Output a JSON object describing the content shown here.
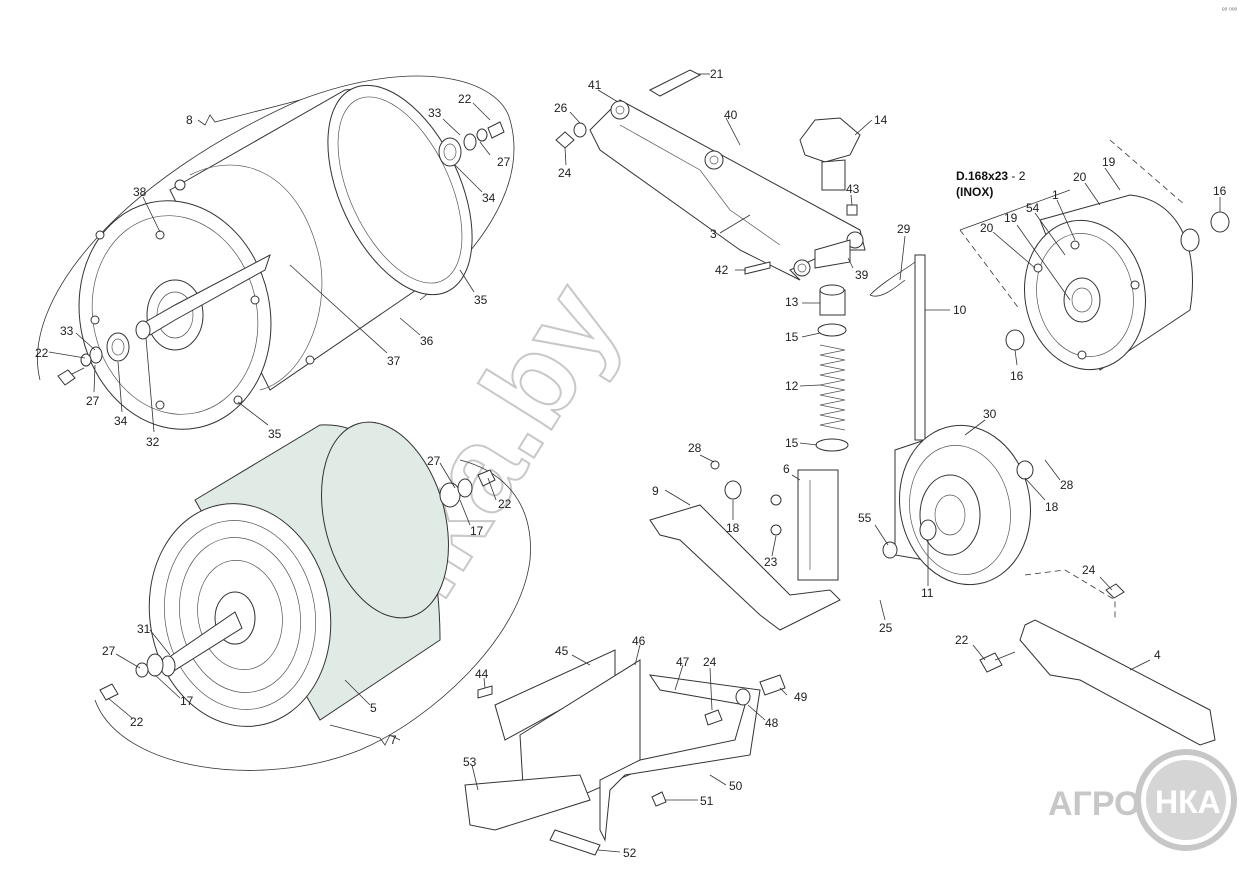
{
  "callouts": [
    {
      "id": "c8",
      "text": "8"
    },
    {
      "id": "c38",
      "text": "38"
    },
    {
      "id": "c33a",
      "text": "33"
    },
    {
      "id": "c22a",
      "text": "22"
    },
    {
      "id": "c27a",
      "text": "27"
    },
    {
      "id": "c34a",
      "text": "34"
    },
    {
      "id": "c32",
      "text": "32"
    },
    {
      "id": "c35a",
      "text": "35"
    },
    {
      "id": "c37",
      "text": "37"
    },
    {
      "id": "c36",
      "text": "36"
    },
    {
      "id": "c35b",
      "text": "35"
    },
    {
      "id": "c34b",
      "text": "34"
    },
    {
      "id": "c27b",
      "text": "27"
    },
    {
      "id": "c22b",
      "text": "22"
    },
    {
      "id": "c33b",
      "text": "33"
    },
    {
      "id": "c27c",
      "text": "27"
    },
    {
      "id": "c17a",
      "text": "17"
    },
    {
      "id": "c22c",
      "text": "22"
    },
    {
      "id": "c31",
      "text": "31"
    },
    {
      "id": "c27d",
      "text": "27"
    },
    {
      "id": "c17b",
      "text": "17"
    },
    {
      "id": "c22d",
      "text": "22"
    },
    {
      "id": "c5",
      "text": "5"
    },
    {
      "id": "c7",
      "text": "7"
    },
    {
      "id": "c41",
      "text": "41"
    },
    {
      "id": "c21",
      "text": "21"
    },
    {
      "id": "c26",
      "text": "26"
    },
    {
      "id": "c24a",
      "text": "24"
    },
    {
      "id": "c40",
      "text": "40"
    },
    {
      "id": "c3",
      "text": "3"
    },
    {
      "id": "c42",
      "text": "42"
    },
    {
      "id": "c14",
      "text": "14"
    },
    {
      "id": "c43",
      "text": "43"
    },
    {
      "id": "c39",
      "text": "39"
    },
    {
      "id": "c13",
      "text": "13"
    },
    {
      "id": "c15a",
      "text": "15"
    },
    {
      "id": "c12",
      "text": "12"
    },
    {
      "id": "c15b",
      "text": "15"
    },
    {
      "id": "c29",
      "text": "29"
    },
    {
      "id": "c10",
      "text": "10"
    },
    {
      "id": "c28a",
      "text": "28"
    },
    {
      "id": "c9",
      "text": "9"
    },
    {
      "id": "c18a",
      "text": "18"
    },
    {
      "id": "c6",
      "text": "6"
    },
    {
      "id": "c23",
      "text": "23"
    },
    {
      "id": "c55",
      "text": "55"
    },
    {
      "id": "c30",
      "text": "30"
    },
    {
      "id": "c28b",
      "text": "28"
    },
    {
      "id": "c18b",
      "text": "18"
    },
    {
      "id": "c11",
      "text": "11"
    },
    {
      "id": "c25",
      "text": "25"
    },
    {
      "id": "c1",
      "text": "1"
    },
    {
      "id": "c19a",
      "text": "19"
    },
    {
      "id": "c20a",
      "text": "20"
    },
    {
      "id": "c16a",
      "text": "16"
    },
    {
      "id": "c54",
      "text": "54"
    },
    {
      "id": "c19b",
      "text": "19"
    },
    {
      "id": "c20b",
      "text": "20"
    },
    {
      "id": "c16b",
      "text": "16"
    },
    {
      "id": "c24b",
      "text": "24"
    },
    {
      "id": "c22e",
      "text": "22"
    },
    {
      "id": "c4",
      "text": "4"
    },
    {
      "id": "c45",
      "text": "45"
    },
    {
      "id": "c46",
      "text": "46"
    },
    {
      "id": "c47",
      "text": "47"
    },
    {
      "id": "c24c",
      "text": "24"
    },
    {
      "id": "c44",
      "text": "44"
    },
    {
      "id": "c49",
      "text": "49"
    },
    {
      "id": "c48",
      "text": "48"
    },
    {
      "id": "c50",
      "text": "50"
    },
    {
      "id": "c53",
      "text": "53"
    },
    {
      "id": "c51",
      "text": "51"
    },
    {
      "id": "c52",
      "text": "52"
    }
  ],
  "spec_note": {
    "line1": "D.168x23",
    "line1_suffix": " - 2",
    "line2": "(INOX)"
  },
  "watermark": "nka.by",
  "logo": {
    "text": "АГРО",
    "badge": "НКА"
  },
  "corner_mark": "ᵉᵒ ᵒᵒᵒ",
  "colors": {
    "roller_fill": "#e1ebe6",
    "line": "#333333",
    "watermark": "#c8c8c8"
  }
}
